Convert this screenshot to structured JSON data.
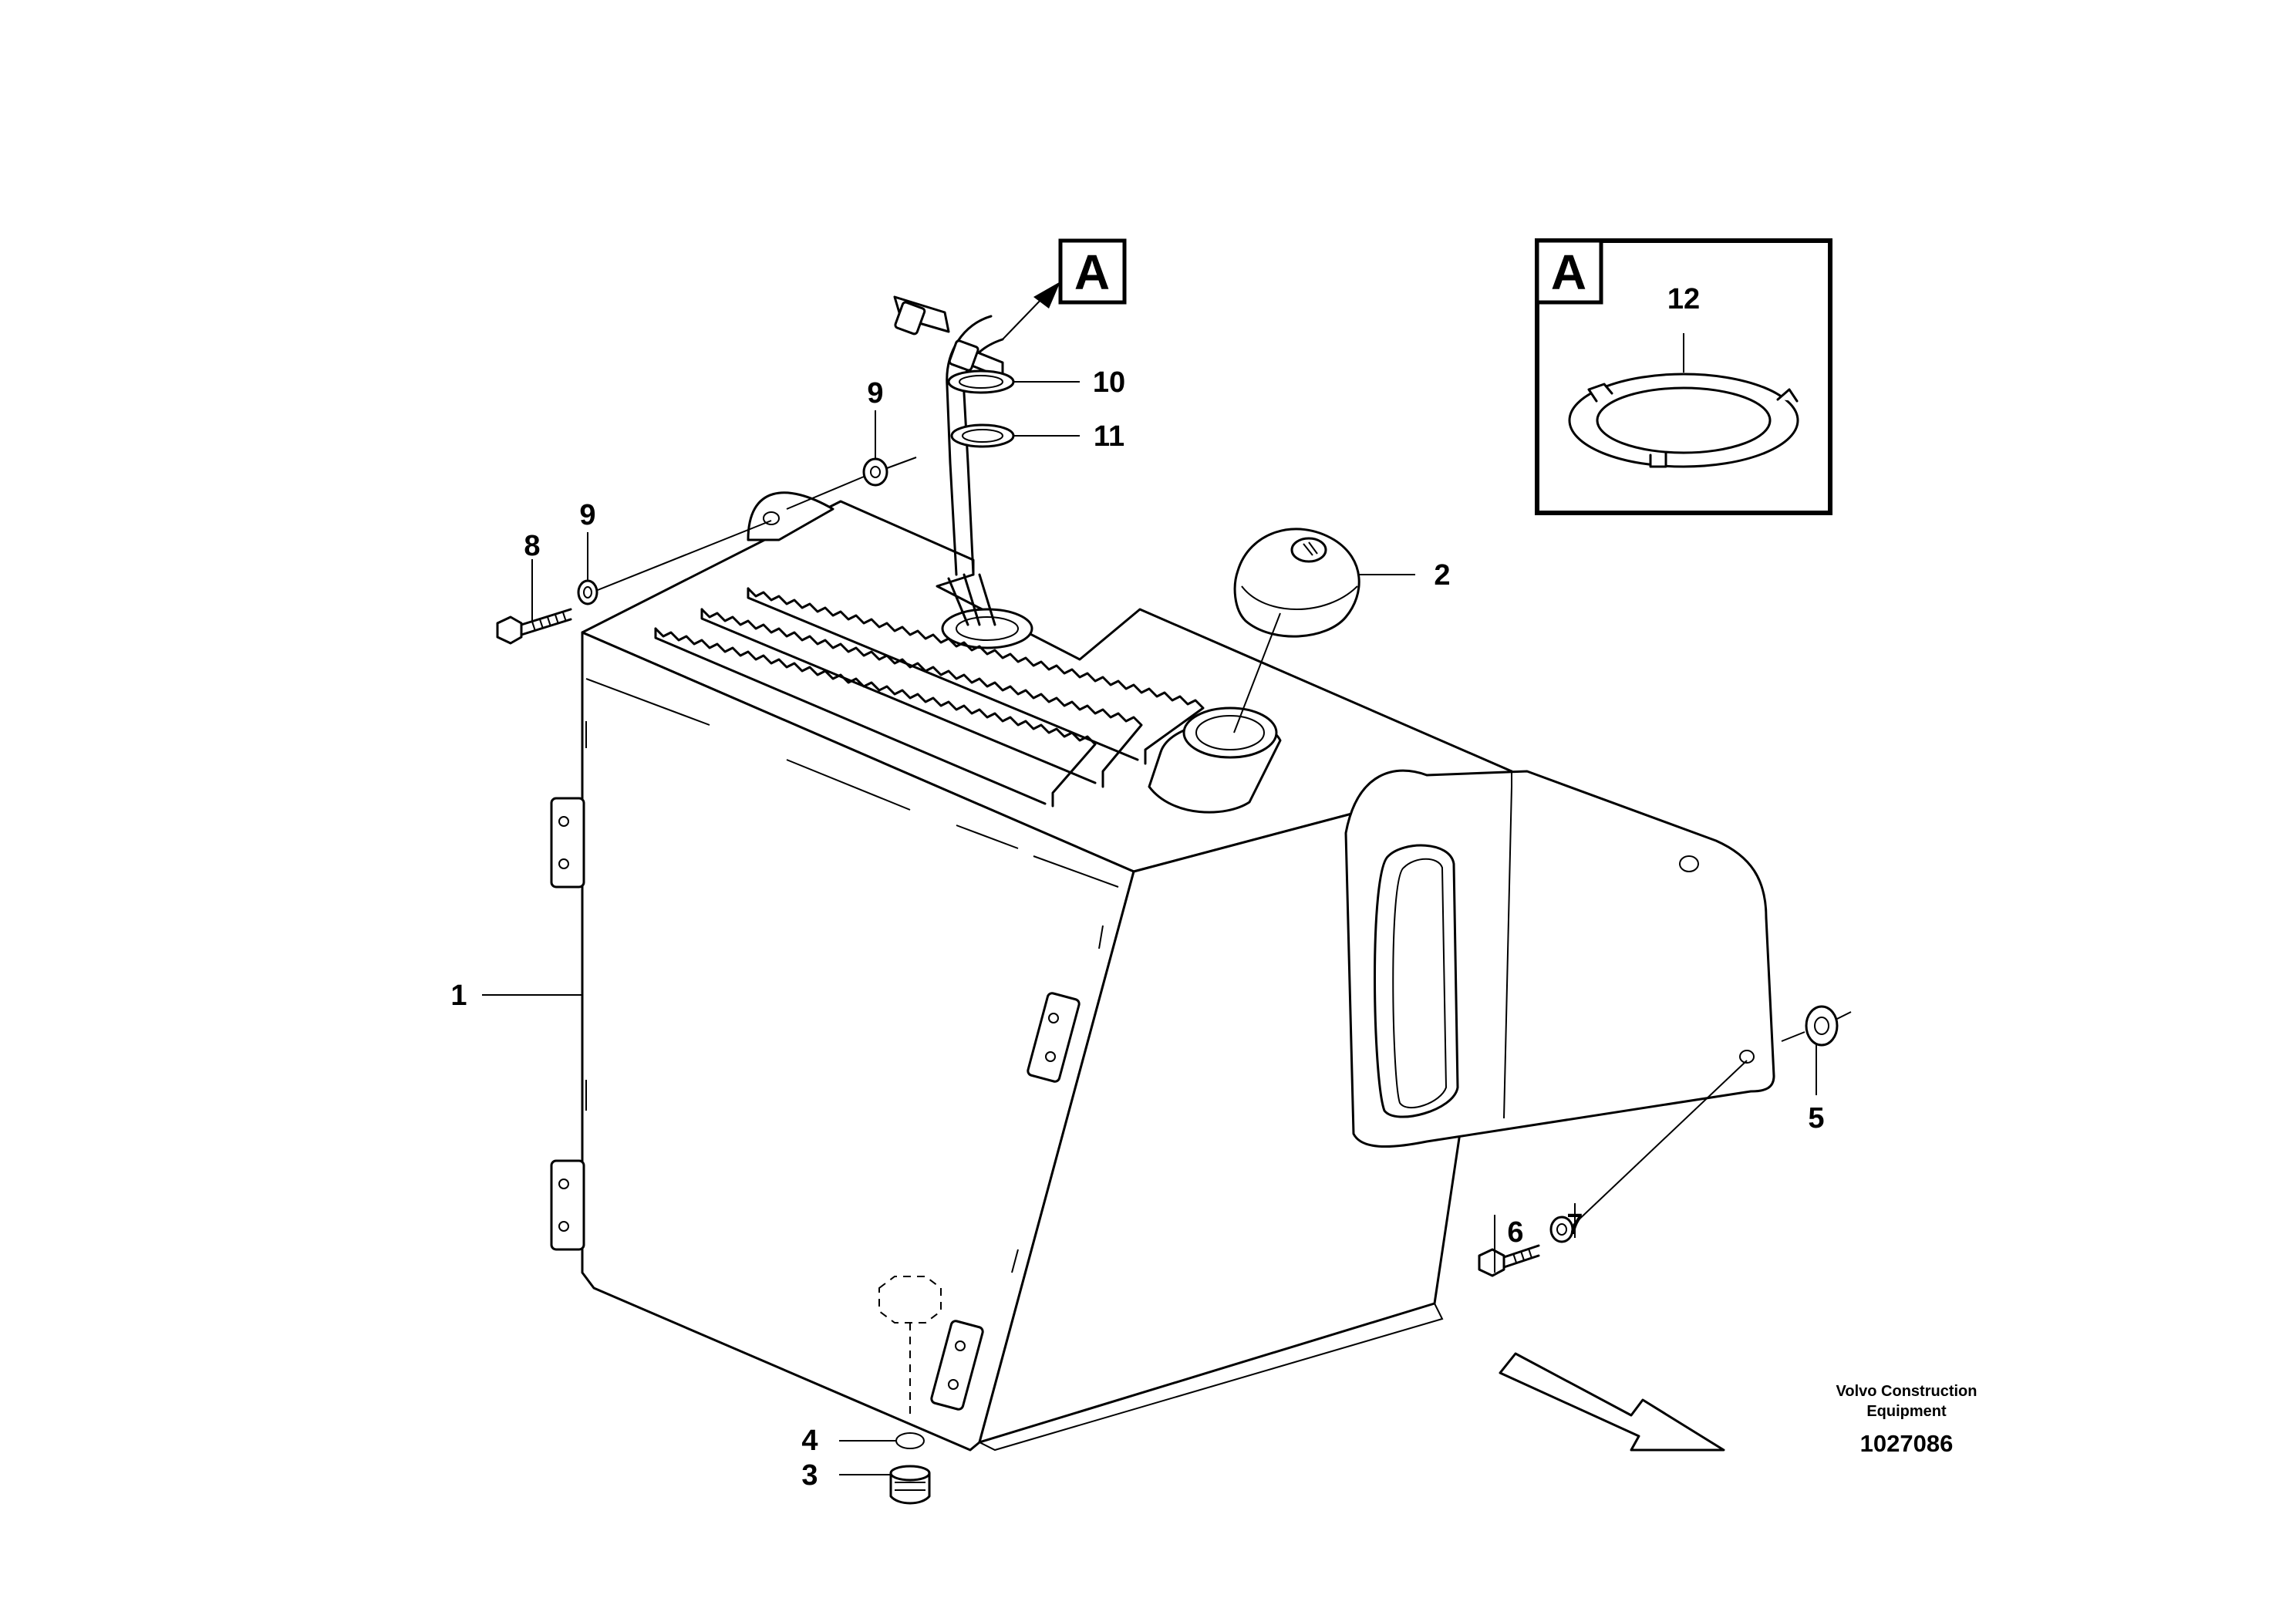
{
  "figure": {
    "detail_label": "A",
    "callouts": {
      "c1": "1",
      "c2": "2",
      "c3": "3",
      "c4": "4",
      "c5": "5",
      "c6": "6",
      "c7": "7",
      "c8": "8",
      "c9a": "9",
      "c9b": "9",
      "c10": "10",
      "c11": "11",
      "c12": "12"
    }
  },
  "footer": {
    "brand_line1": "Volvo Construction",
    "brand_line2": "Equipment",
    "drawing_number": "1027086"
  }
}
